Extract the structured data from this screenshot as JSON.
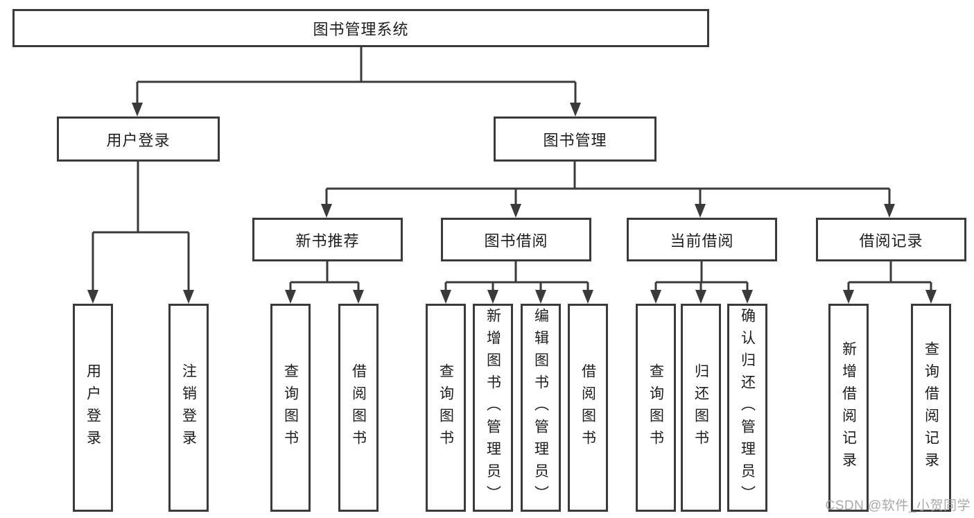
{
  "diagram": {
    "root": "图书管理系统",
    "branches": [
      {
        "label": "用户登录",
        "children": [
          "用户登录",
          "注销登录"
        ]
      },
      {
        "label": "图书管理",
        "children": [
          {
            "label": "新书推荐",
            "children": [
              "查询图书",
              "借阅图书"
            ]
          },
          {
            "label": "图书借阅",
            "children": [
              "查询图书",
              "新增图书（管理员）",
              "编辑图书（管理员）",
              "借阅图书"
            ]
          },
          {
            "label": "当前借阅",
            "children": [
              "查询图书",
              "归还图书",
              "确认归还（管理员）"
            ]
          },
          {
            "label": "借阅记录",
            "children": [
              "新增借阅记录",
              "查询借阅记录"
            ]
          }
        ]
      }
    ]
  },
  "watermark": {
    "text": "CSDN @软件_小贺同学"
  },
  "colors": {
    "line": "#3a3a3a",
    "text": "#1d1d1f",
    "watermark": "#a0a0a0",
    "background": "#ffffff"
  }
}
